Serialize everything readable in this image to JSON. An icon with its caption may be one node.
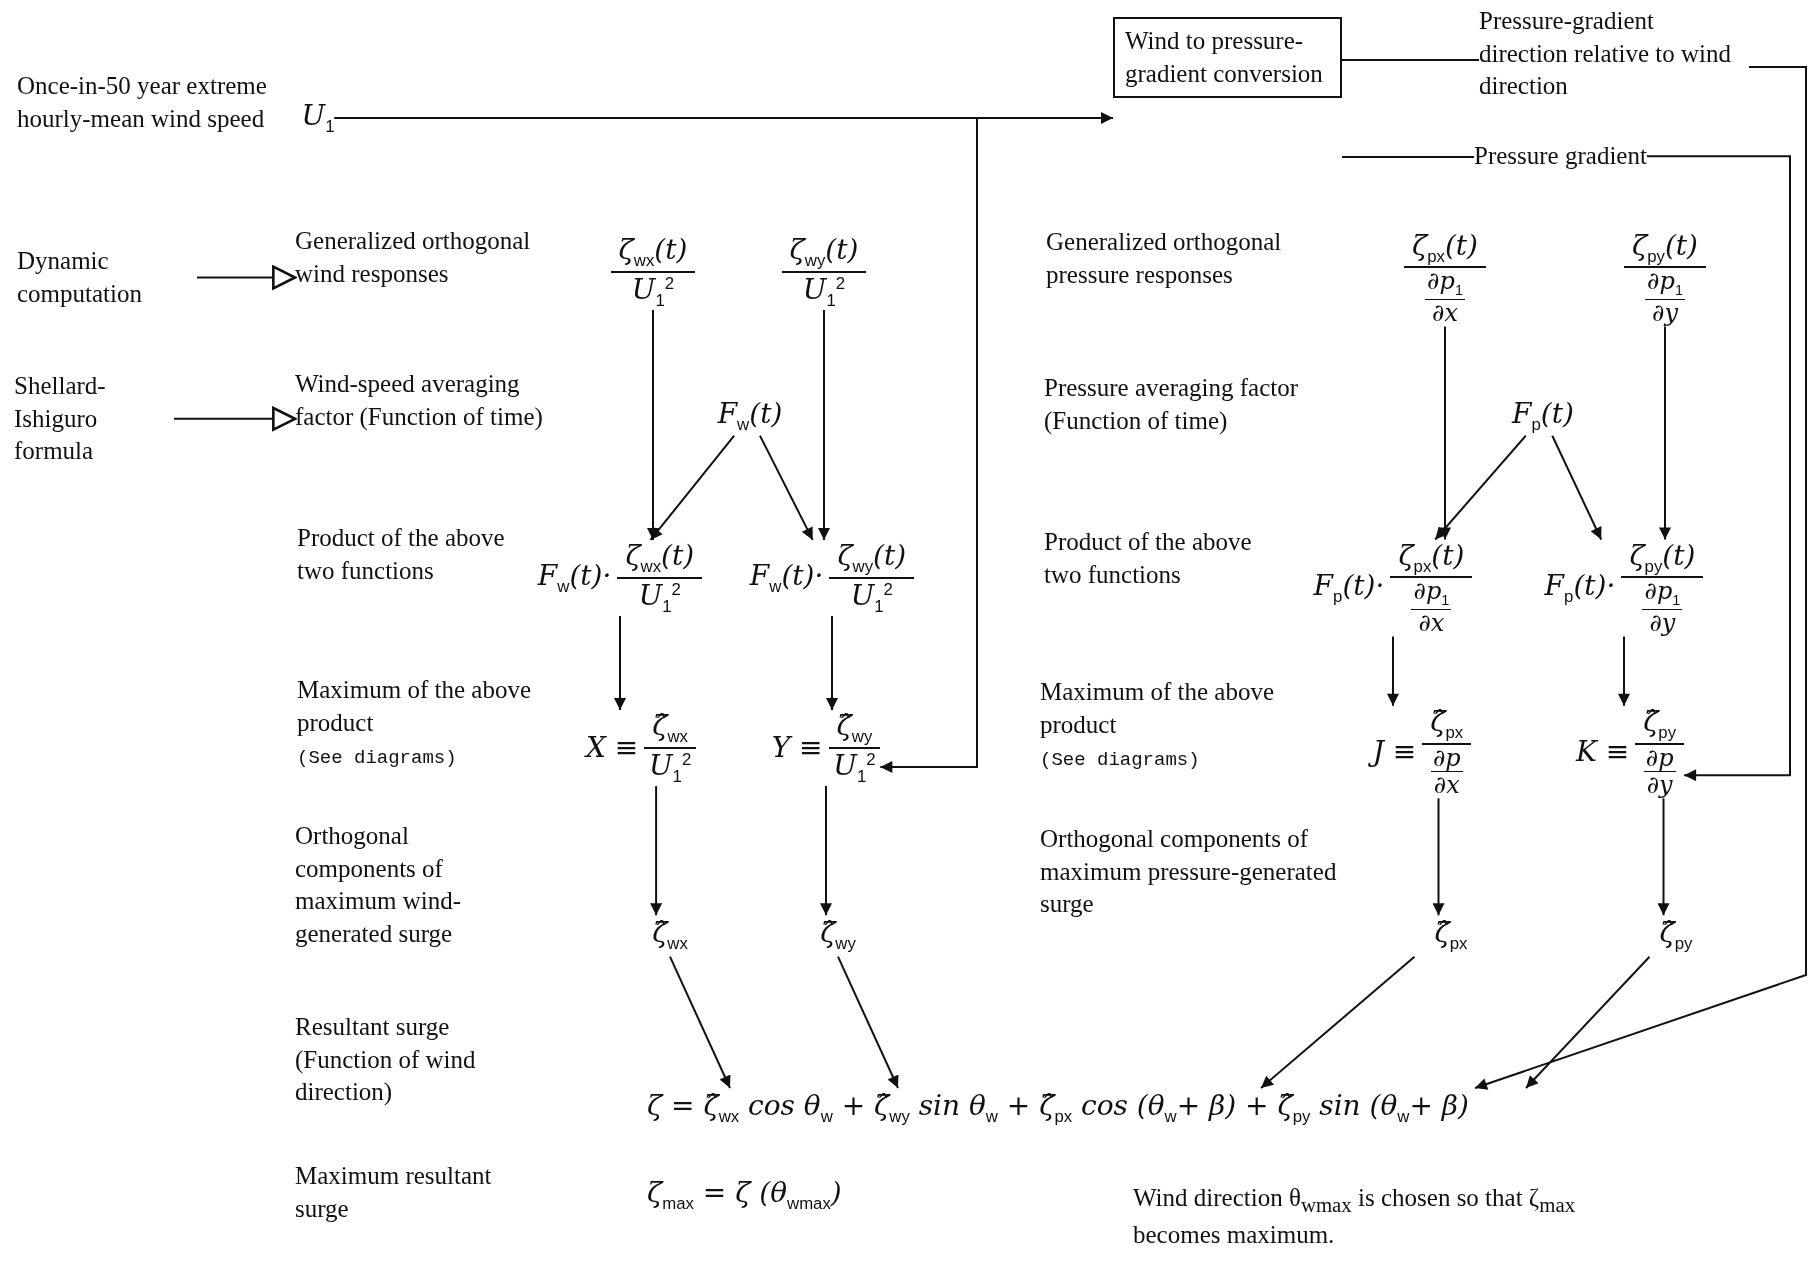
{
  "diagram": {
    "nodes": [
      {
        "text": [
          "U$_{1}$"
        ]
      },
      {
        "text": [
          "Wind to pressure-gradient conversion"
        ]
      },
      {
        "text": [
          "Pressure-gradient direction relative to wind direction"
        ]
      },
      {
        "text": [
          "Pressure gradient"
        ]
      },
      {
        "text": [
          "Dynamic computation"
        ]
      },
      {
        "text": [
          "Generalized orthogonal wind responses"
        ]
      },
      {
        "text": [
          "Shellard-Ishiguro formula"
        ]
      },
      {
        "text": [
          "Wind-speed averaging factor (Function of time)"
        ]
      },
      {
        "text": [
          "ζ$_{wx}$(t)",
          "U$_{1}$$^{2}$"
        ]
      },
      {
        "text": [
          "ζ$_{wy}$(t)",
          "U$_{1}$$^{2}$"
        ]
      },
      {
        "text": [
          "ζ$_{px}$(t)",
          "∂p$_{1}$",
          "∂x"
        ]
      },
      {
        "text": [
          "ζ$_{py}$(t)",
          "∂p$_{1}$",
          "∂y"
        ]
      },
      {
        "text": [
          "F$_{w}$(t)"
        ]
      },
      {
        "text": [
          "F$_{p}$(t)"
        ]
      },
      {
        "text": [
          "F$_{w}$(t)·",
          "ζ$_{wx}$(t)",
          "U$_{1}$$^{2}$"
        ]
      },
      {
        "text": [
          "F$_{w}$(t)·",
          "ζ$_{wy}$(t)",
          "U$_{1}$$^{2}$"
        ]
      },
      {
        "text": [
          "F$_{p}$(t)·",
          "ζ$_{px}$(t)",
          "∂p$_{1}$",
          "∂x"
        ]
      },
      {
        "text": [
          "F$_{p}$(t)·",
          "ζ$_{py}$(t)",
          "∂p$_{1}$",
          "∂y"
        ]
      },
      {
        "text": [
          "X ≡",
          "ζ̂$_{wx}$",
          "U$_{1}$$^{2}$"
        ]
      },
      {
        "text": [
          "Y ≡",
          "ζ̂$_{wy}$",
          "U$_{1}$$^{2}$"
        ]
      },
      {
        "text": [
          "J ≡",
          "ζ̂$_{px}$",
          "∂p",
          "∂x"
        ]
      },
      {
        "text": [
          "K ≡",
          "ζ̂$_{py}$",
          "∂p",
          "∂y"
        ]
      },
      {
        "text": [
          "ζ̂$_{wx}$"
        ]
      },
      {
        "text": [
          "ζ̂$_{wy}$"
        ]
      },
      {
        "text": [
          "ζ̂$_{px}$"
        ]
      },
      {
        "text": [
          "ζ̂$_{py}$"
        ]
      },
      {
        "text": [
          "ζ = ζ̂$_{wx}$ cos θ$_{w}$ + ζ̂$_{wy}$ sin θ$_{w}$ + ζ̂$_{px}$ cos (θ$_{w}$+ β) + ζ̂$_{py}$ sin (θ$_{w}$+ β)"
        ]
      }
    ],
    "edges": [
      {
        "from": 0,
        "to": 1,
        "arrow": "to"
      },
      {
        "from": 0,
        "to": 19,
        "arrow": "to"
      },
      {
        "from": 1,
        "to": 2,
        "arrow": "none"
      },
      {
        "from": 1,
        "to": 3,
        "arrow": "none"
      },
      {
        "from": 3,
        "to": 21,
        "arrow": "to"
      },
      {
        "from": 2,
        "to": 26,
        "arrow": "to"
      },
      {
        "from": 4,
        "to": 5,
        "arrow": "to"
      },
      {
        "from": 6,
        "to": 7,
        "arrow": "to"
      },
      {
        "from": 8,
        "to": 14,
        "arrow": "to"
      },
      {
        "from": 9,
        "to": 15,
        "arrow": "to"
      },
      {
        "from": 12,
        "to": 14,
        "arrow": "to"
      },
      {
        "from": 12,
        "to": 15,
        "arrow": "to"
      },
      {
        "from": 10,
        "to": 16,
        "arrow": "to"
      },
      {
        "from": 11,
        "to": 17,
        "arrow": "to"
      },
      {
        "from": 13,
        "to": 16,
        "arrow": "to"
      },
      {
        "from": 13,
        "to": 17,
        "arrow": "to"
      },
      {
        "from": 14,
        "to": 18,
        "arrow": "to"
      },
      {
        "from": 15,
        "to": 19,
        "arrow": "to"
      },
      {
        "from": 16,
        "to": 20,
        "arrow": "to"
      },
      {
        "from": 17,
        "to": 21,
        "arrow": "to"
      },
      {
        "from": 18,
        "to": 22,
        "arrow": "to"
      },
      {
        "from": 19,
        "to": 23,
        "arrow": "to"
      },
      {
        "from": 20,
        "to": 24,
        "arrow": "to"
      },
      {
        "from": 21,
        "to": 25,
        "arrow": "to"
      },
      {
        "from": 22,
        "to": 26,
        "arrow": "to"
      },
      {
        "from": 23,
        "to": 26,
        "arrow": "to"
      },
      {
        "from": 24,
        "to": 26,
        "arrow": "to"
      },
      {
        "from": 25,
        "to": 26,
        "arrow": "to"
      }
    ],
    "labels": [
      "Once-in-50 year extreme hourly-mean wind speed",
      "Generalized orthogonal pressure responses",
      "Pressure averaging factor (Function of time)",
      "Product of the above two functions",
      "Product of the above two functions",
      "Maximum of the above product",
      "(See diagrams)",
      "Maximum of the above product",
      "(See diagrams)",
      "Orthogonal components of maximum wind-generated surge",
      "Orthogonal components of maximum pressure-generated surge",
      "Resultant surge (Function of wind direction)",
      "Maximum resultant surge",
      "ζ$_{max}$ = ζ (θ$_{wmax}$)",
      "Wind direction θ$_{wmax}$ is chosen so that ζ$_{max}$ becomes maximum."
    ]
  }
}
